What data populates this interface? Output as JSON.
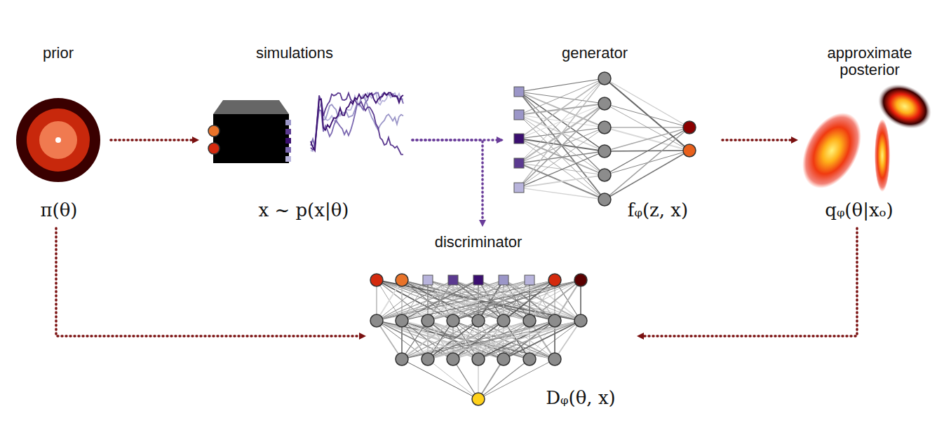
{
  "diagram": {
    "nodes": [
      {
        "text": [
          "prior",
          "π(θ)"
        ]
      },
      {
        "text": [
          "simulations",
          "x ~ p(x|θ)"
        ]
      },
      {
        "text": [
          "generator",
          "fᵩ(z, x)"
        ]
      },
      {
        "text": [
          "approximate posterior",
          "qᵩ(θ|xₒ)"
        ]
      },
      {
        "text": [
          "discriminator",
          "Dᵩ(θ, x)"
        ]
      }
    ],
    "edges": [
      {
        "from": 0,
        "to": 1,
        "arrow": "to"
      },
      {
        "from": 1,
        "to": 2,
        "arrow": "to"
      },
      {
        "from": 1,
        "to": 4,
        "arrow": "to"
      },
      {
        "from": 2,
        "to": 3,
        "arrow": "to"
      },
      {
        "from": 0,
        "to": 4,
        "arrow": "to"
      },
      {
        "from": 3,
        "to": 4,
        "arrow": "to"
      }
    ]
  }
}
